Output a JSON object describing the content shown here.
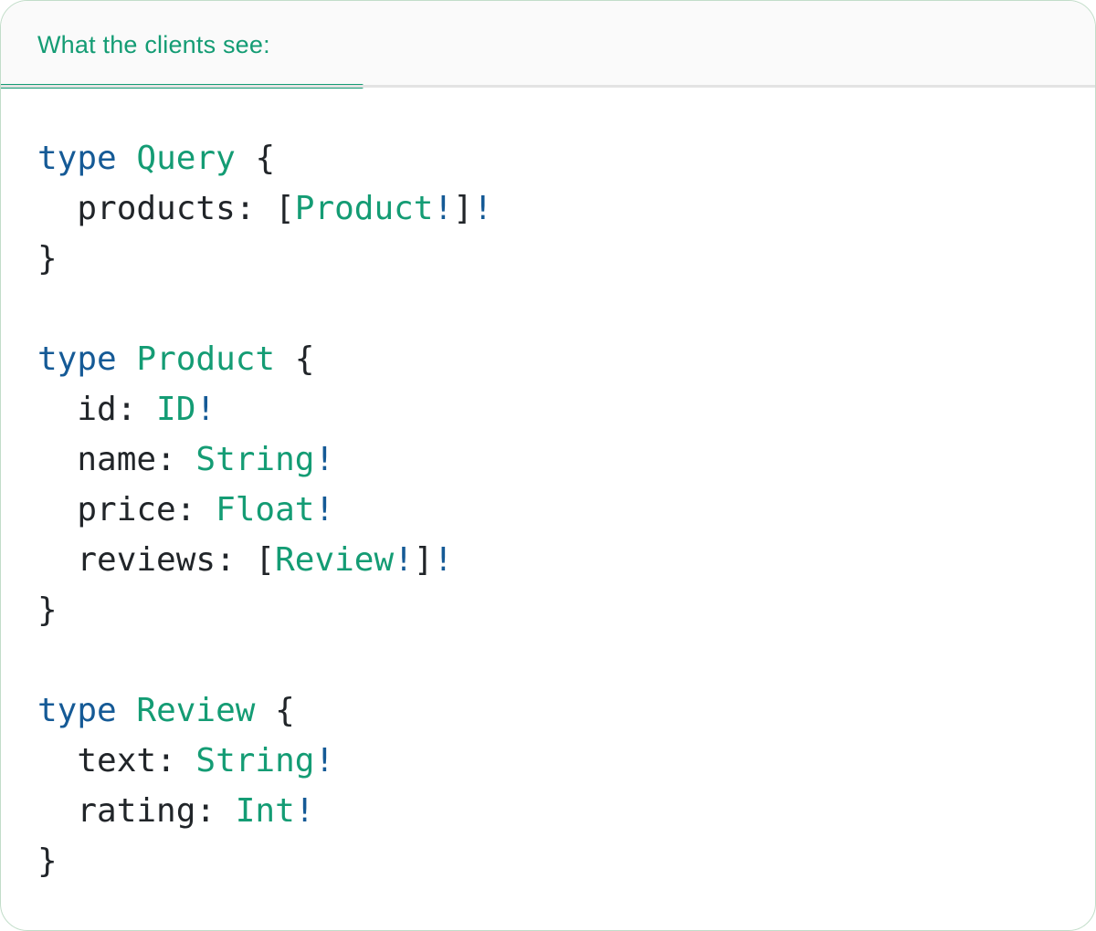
{
  "colors": {
    "accent_teal": "#149c74",
    "keyword_blue": "#155a96",
    "text_dark": "#212529",
    "divider_gray": "#e3e3e3",
    "header_bg": "#fafafa",
    "card_border": "#c2ddc9"
  },
  "header": {
    "tab_label": "What the clients see:"
  },
  "code": {
    "language": "graphql",
    "lines": [
      {
        "tokens": [
          [
            "keyword",
            "type"
          ],
          [
            "plain",
            " "
          ],
          [
            "type",
            "Query"
          ],
          [
            "plain",
            " {"
          ]
        ]
      },
      {
        "tokens": [
          [
            "plain",
            "  products: ["
          ],
          [
            "type",
            "Product"
          ],
          [
            "bang",
            "!"
          ],
          [
            "plain",
            "]"
          ],
          [
            "bang",
            "!"
          ]
        ]
      },
      {
        "tokens": [
          [
            "plain",
            "}"
          ]
        ]
      },
      {
        "tokens": []
      },
      {
        "tokens": [
          [
            "keyword",
            "type"
          ],
          [
            "plain",
            " "
          ],
          [
            "type",
            "Product"
          ],
          [
            "plain",
            " {"
          ]
        ]
      },
      {
        "tokens": [
          [
            "plain",
            "  id: "
          ],
          [
            "type",
            "ID"
          ],
          [
            "bang",
            "!"
          ]
        ]
      },
      {
        "tokens": [
          [
            "plain",
            "  name: "
          ],
          [
            "type",
            "String"
          ],
          [
            "bang",
            "!"
          ]
        ]
      },
      {
        "tokens": [
          [
            "plain",
            "  price: "
          ],
          [
            "type",
            "Float"
          ],
          [
            "bang",
            "!"
          ]
        ]
      },
      {
        "tokens": [
          [
            "plain",
            "  reviews: ["
          ],
          [
            "type",
            "Review"
          ],
          [
            "bang",
            "!"
          ],
          [
            "plain",
            "]"
          ],
          [
            "bang",
            "!"
          ]
        ]
      },
      {
        "tokens": [
          [
            "plain",
            "}"
          ]
        ]
      },
      {
        "tokens": []
      },
      {
        "tokens": [
          [
            "keyword",
            "type"
          ],
          [
            "plain",
            " "
          ],
          [
            "type",
            "Review"
          ],
          [
            "plain",
            " {"
          ]
        ]
      },
      {
        "tokens": [
          [
            "plain",
            "  text: "
          ],
          [
            "type",
            "String"
          ],
          [
            "bang",
            "!"
          ]
        ]
      },
      {
        "tokens": [
          [
            "plain",
            "  rating: "
          ],
          [
            "type",
            "Int"
          ],
          [
            "bang",
            "!"
          ]
        ]
      },
      {
        "tokens": [
          [
            "plain",
            "}"
          ]
        ]
      }
    ]
  }
}
